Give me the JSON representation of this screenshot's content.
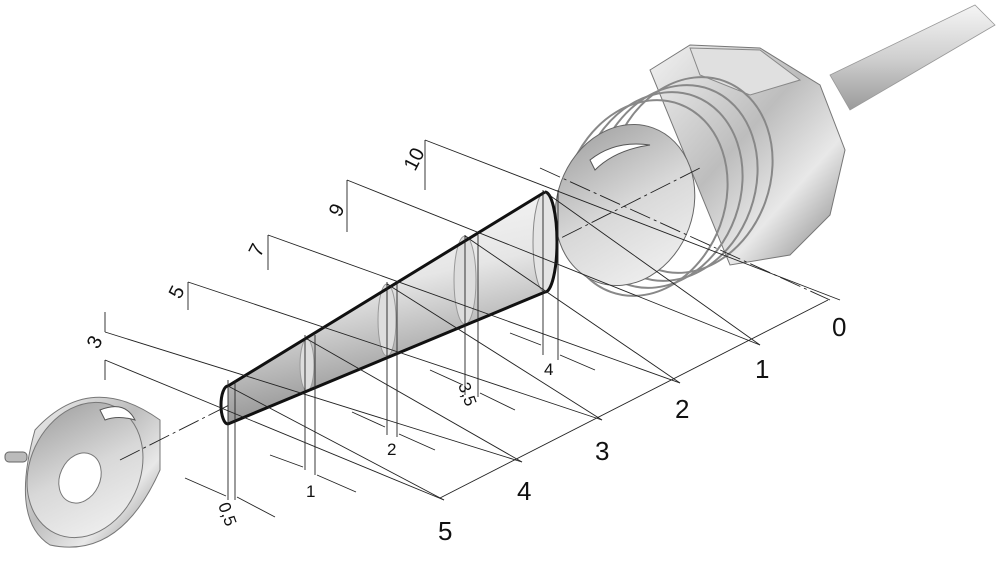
{
  "diagram": {
    "height_labels": [
      "10",
      "9",
      "7",
      "5",
      "3"
    ],
    "distance_labels": [
      "0",
      "1",
      "2",
      "3",
      "4",
      "5"
    ],
    "section_width_labels": [
      "4",
      "3,5",
      "2",
      "1",
      "0,5"
    ]
  }
}
